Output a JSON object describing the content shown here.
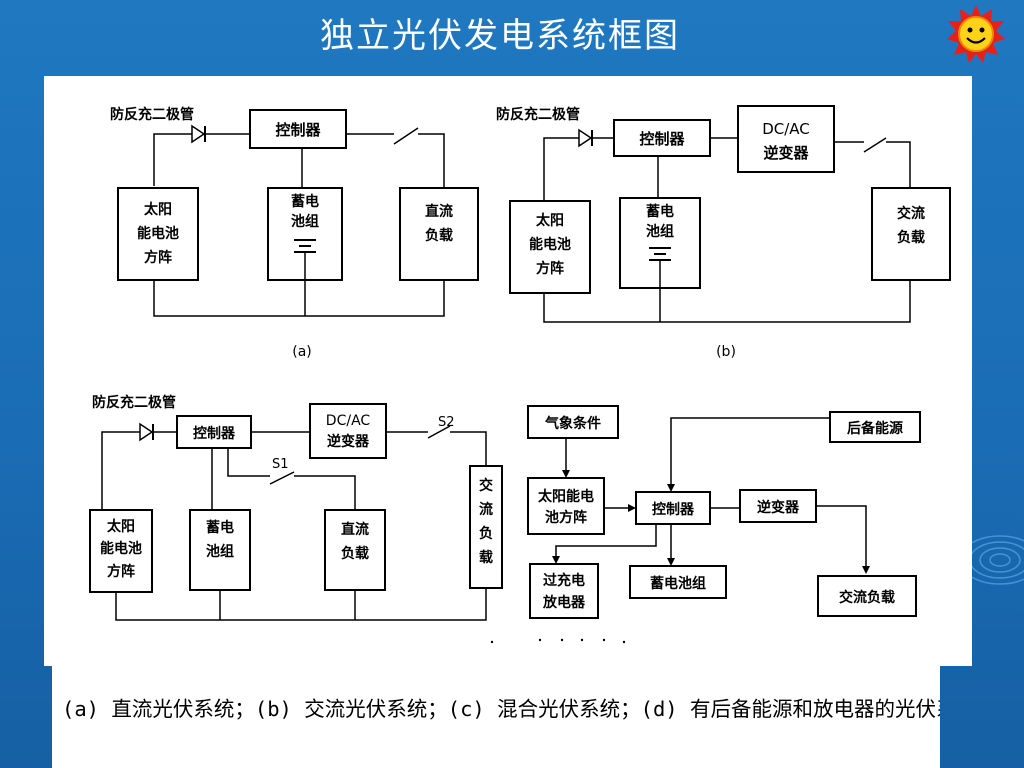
{
  "slide": {
    "title": "独立光伏发电系统框图",
    "caption": "(a) 直流光伏系统；(b) 交流光伏系统；(c) 混合光伏系统；(d) 有后备能源和放电器的光伏系统",
    "sun_icon": "smiling-sun-icon"
  },
  "diagram": {
    "a": {
      "label": "(a)",
      "diode_label": "防反充二极管",
      "controller": "控制器",
      "array": [
        "太阳",
        "能电池",
        "方阵"
      ],
      "battery": [
        "蓄电",
        "池组"
      ],
      "load": [
        "直流",
        "负载"
      ]
    },
    "b": {
      "label": "(b)",
      "diode_label": "防反充二极管",
      "controller": "控制器",
      "inverter": [
        "DC/AC",
        "逆变器"
      ],
      "array": [
        "太阳",
        "能电池",
        "方阵"
      ],
      "battery": [
        "蓄电",
        "池组"
      ],
      "load": [
        "交流",
        "负载"
      ]
    },
    "c": {
      "diode_label": "防反充二极管",
      "controller": "控制器",
      "inverter": [
        "DC/AC",
        "逆变器"
      ],
      "s1": "S1",
      "s2": "S2",
      "array": [
        "太阳",
        "能电池",
        "方阵"
      ],
      "battery": [
        "蓄电",
        "池组"
      ],
      "dc_load": [
        "直流",
        "负载"
      ],
      "ac_load": [
        "交",
        "流",
        "负",
        "载"
      ]
    },
    "d": {
      "weather": "气象条件",
      "backup": "后备能源",
      "array": [
        "太阳能电",
        "池方阵"
      ],
      "controller": "控制器",
      "inverter": "逆变器",
      "discharger": [
        "过充电",
        "放电器"
      ],
      "battery": "蓄电池组",
      "ac_load": "交流负载"
    }
  }
}
